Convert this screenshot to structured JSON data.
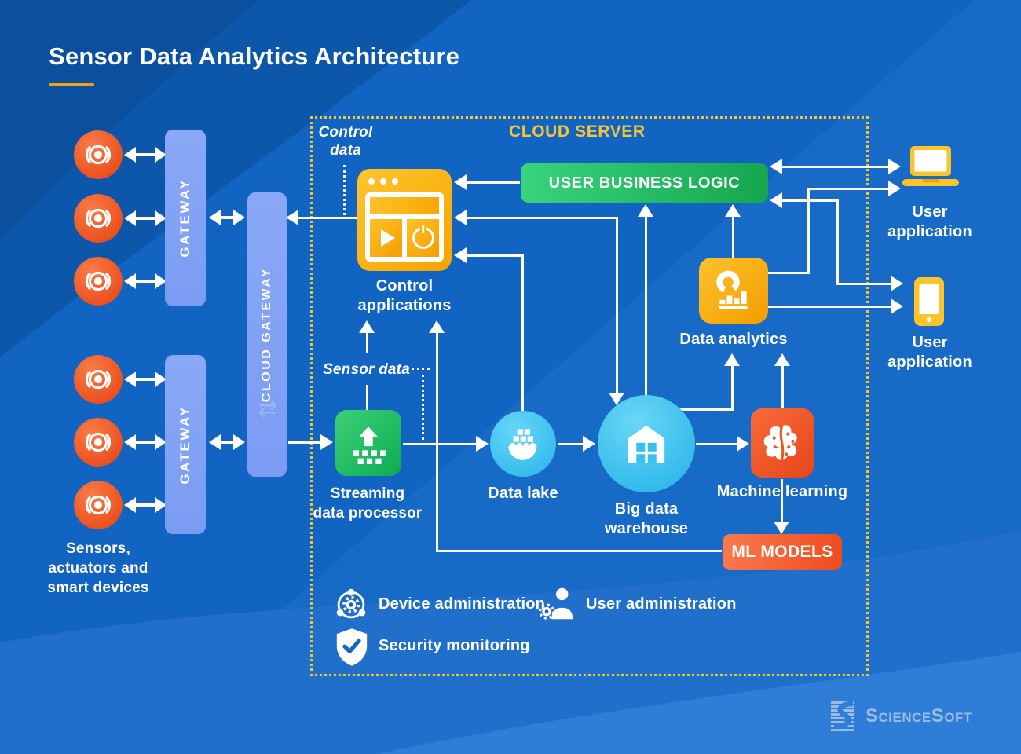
{
  "title": {
    "text": "Sensor Data Analytics Architecture"
  },
  "cloud_server": {
    "label": "CLOUD SERVER"
  },
  "gateways": {
    "gateway_top": {
      "label": "GATEWAY"
    },
    "gateway_bottom": {
      "label": "GATEWAY"
    },
    "cloud_gateway": {
      "label": "CLOUD GATEWAY"
    }
  },
  "annotations": {
    "control_data": "Control data",
    "sensor_data": "Sensor data"
  },
  "edge_devices": {
    "label": "Sensors, actuators and smart devices"
  },
  "nodes": {
    "control_applications": {
      "label": "Control applications"
    },
    "user_business_logic": {
      "label": "USER BUSINESS LOGIC"
    },
    "data_analytics": {
      "label": "Data analytics"
    },
    "streaming_data_processor": {
      "label": "Streaming data processor"
    },
    "data_lake": {
      "label": "Data lake"
    },
    "big_data_warehouse": {
      "label": "Big data warehouse"
    },
    "machine_learning": {
      "label": "Machine learning"
    },
    "ml_models": {
      "label": "ML MODELS"
    }
  },
  "services": {
    "device_administration": {
      "label": "Device administration"
    },
    "user_administration": {
      "label": "User administration"
    },
    "security_monitoring": {
      "label": "Security monitoring"
    }
  },
  "user_applications": {
    "desktop": {
      "label": "User application"
    },
    "mobile": {
      "label": "User application"
    }
  },
  "logo": {
    "text": "ScienceSoft"
  },
  "icons": {
    "sensor": "radar-sensor-icon",
    "control_applications": "app-window-play-power-icon",
    "data_analytics": "donut-bar-chart-icon",
    "streaming_data_processor": "upload-stream-icon",
    "data_lake": "floating-dock-icon",
    "big_data_warehouse": "warehouse-icon",
    "machine_learning": "brain-circuit-icon",
    "device_administration": "orbit-gear-icon",
    "user_administration": "user-gear-icon",
    "security_monitoring": "shield-check-icon",
    "desktop_app": "laptop-icon",
    "mobile_app": "smartphone-icon",
    "cloud_gateway_watermark": "transfer-arrows-icon"
  },
  "colors": {
    "background": "#1164c1",
    "accent_yellow": "#f4c636",
    "connector": "#ffffff",
    "sensor_orange": "#ea4d1c",
    "gateway_blue": "#7d9ef3",
    "green": "#24c06a",
    "cyan": "#35bdec",
    "amber": "#f8a802",
    "red_orange": "#ee4b1f",
    "logo_blue": "#9cbbe3"
  }
}
